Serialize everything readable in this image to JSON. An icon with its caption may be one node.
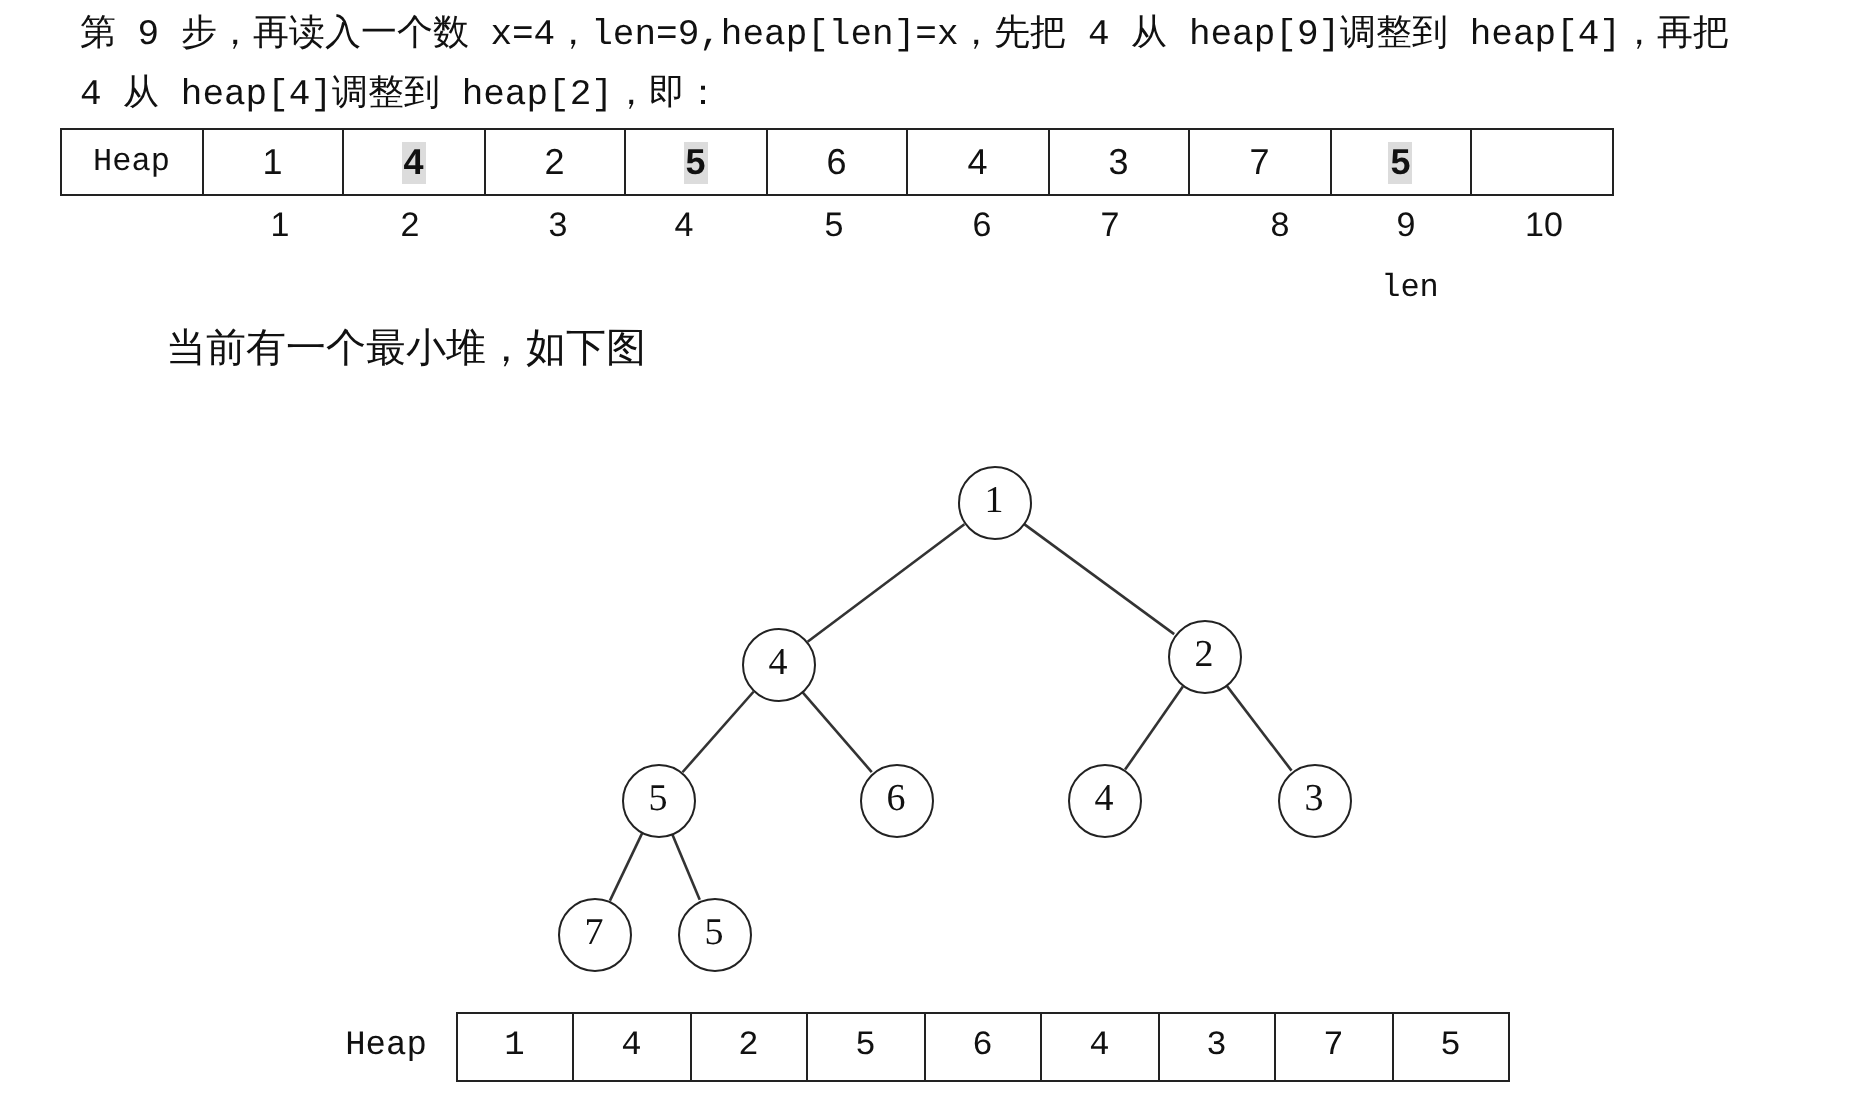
{
  "diagram": {
    "nodes": [
      {
        "text": [
          "1"
        ]
      },
      {
        "text": [
          "4"
        ]
      },
      {
        "text": [
          "2"
        ]
      },
      {
        "text": [
          "5"
        ]
      },
      {
        "text": [
          "6"
        ]
      },
      {
        "text": [
          "4"
        ]
      },
      {
        "text": [
          "3"
        ]
      },
      {
        "text": [
          "7"
        ]
      },
      {
        "text": [
          "5"
        ]
      }
    ],
    "edges": [
      {
        "from": 0,
        "to": 1,
        "arrow": "none"
      },
      {
        "from": 0,
        "to": 2,
        "arrow": "none"
      },
      {
        "from": 1,
        "to": 3,
        "arrow": "none"
      },
      {
        "from": 1,
        "to": 4,
        "arrow": "none"
      },
      {
        "from": 2,
        "to": 5,
        "arrow": "none"
      },
      {
        "from": 2,
        "to": 6,
        "arrow": "none"
      },
      {
        "from": 3,
        "to": 7,
        "arrow": "none"
      },
      {
        "from": 3,
        "to": 8,
        "arrow": "none"
      }
    ],
    "labels": [
      "第 9 步，再读入一个数 x=4，len=9,heap[len]=x，先把 4 从 heap[9]调整到 heap[4]，再把 4 从 heap[4]调整到 heap[2]，即：",
      "Heap",
      "1",
      "4",
      "2",
      "5",
      "6",
      "4",
      "3",
      "7",
      "5",
      "1",
      "2",
      "3",
      "4",
      "5",
      "6",
      "7",
      "8",
      "9",
      "10",
      "len",
      "当前有一个最小堆，如下图",
      "Heap",
      "1",
      "4",
      "2",
      "5",
      "6",
      "4",
      "3",
      "7",
      "5"
    ]
  }
}
